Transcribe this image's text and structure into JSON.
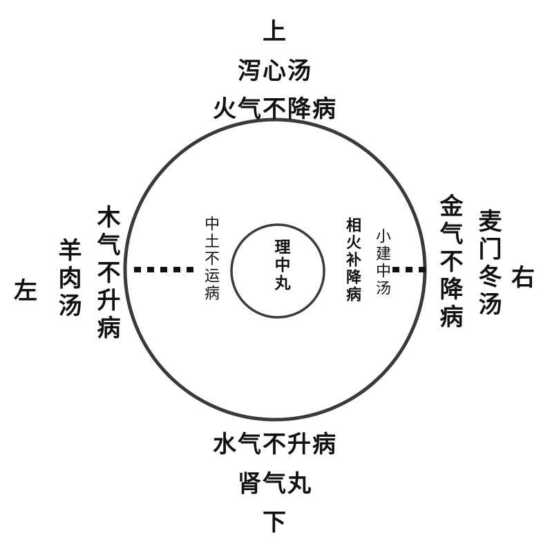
{
  "diagram": {
    "top": {
      "direction": "上",
      "formula": "泻心汤",
      "disease": "火气不降病"
    },
    "bottom": {
      "disease": "水气不升病",
      "formula": "肾气丸",
      "direction": "下"
    },
    "left": {
      "direction": "左",
      "formula": "羊肉汤",
      "disease": "木气不升病"
    },
    "right": {
      "disease": "金气不降病",
      "formula": "麦门冬汤",
      "direction": "右"
    },
    "inner_left": {
      "disease": "中土不运病"
    },
    "inner_right": {
      "disease": "相火补降病",
      "formula": "小建中汤"
    },
    "center": {
      "formula": "理中丸"
    },
    "colors": {
      "text": "#111111",
      "circle_stroke": "#3a3a3a",
      "dash": "#111111",
      "background": "#ffffff"
    }
  }
}
